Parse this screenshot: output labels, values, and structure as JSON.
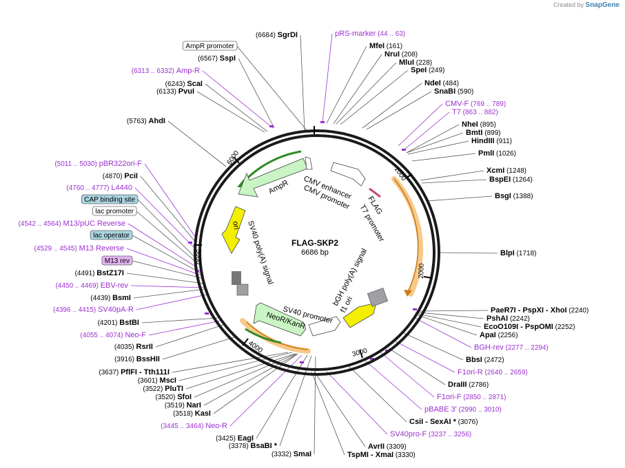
{
  "watermark": {
    "prefix": "Created by",
    "brand": "SnapGene"
  },
  "plasmid": {
    "name": "FLAG-SKP2",
    "length": "6686 bp"
  },
  "ticks": [
    "1000",
    "2000",
    "3000",
    "4000",
    "5000",
    "6000"
  ],
  "features": [
    {
      "label": "CMV enhancer"
    },
    {
      "label": "CMV promoter"
    },
    {
      "label": "FLAG"
    },
    {
      "label": "T7 promoter"
    },
    {
      "label": "bGH poly(A) signal"
    },
    {
      "label": "f1 ori"
    },
    {
      "label": "SV40 promoter"
    },
    {
      "label": "NeoR/KanR"
    },
    {
      "label": "SV40 poly(A) signal"
    },
    {
      "label": "ori"
    },
    {
      "label": "AmpR"
    }
  ],
  "left_labels": [
    {
      "pos": "(6684)",
      "name": "SgrDI",
      "kind": "enz"
    },
    {
      "name": "AmpR promoter",
      "kind": "boxwhite"
    },
    {
      "pos": "(6567)",
      "name": "SspI",
      "kind": "enz"
    },
    {
      "pos": "(6313 .. 6332)",
      "name": "Amp-R",
      "kind": "primer"
    },
    {
      "pos": "(6243)",
      "name": "ScaI",
      "kind": "enz"
    },
    {
      "pos": "(6133)",
      "name": "PvuI",
      "kind": "enz"
    },
    {
      "pos": "(5763)",
      "name": "AhdI",
      "kind": "enz"
    },
    {
      "pos": "(5011 .. 5030)",
      "name": "pBR322ori-F",
      "kind": "primer"
    },
    {
      "pos": "(4870)",
      "name": "PciI",
      "kind": "enz"
    },
    {
      "pos": "(4760 .. 4777)",
      "name": "L4440",
      "kind": "primer"
    },
    {
      "name": "CAP binding site",
      "kind": "boxblue"
    },
    {
      "name": "lac promoter",
      "kind": "boxwhite"
    },
    {
      "pos": "(4542 .. 4564)",
      "name": "M13/pUC Reverse",
      "kind": "primer"
    },
    {
      "name": "lac operator",
      "kind": "boxblue"
    },
    {
      "pos": "(4529 .. 4545)",
      "name": "M13 Reverse",
      "kind": "primer"
    },
    {
      "name": "M13 rev",
      "kind": "boxpurple"
    },
    {
      "pos": "(4491)",
      "name": "BstZ17I",
      "kind": "enz"
    },
    {
      "pos": "(4450 .. 4469)",
      "name": "EBV-rev",
      "kind": "primer"
    },
    {
      "pos": "(4439)",
      "name": "BsmI",
      "kind": "enz"
    },
    {
      "pos": "(4396 .. 4415)",
      "name": "SV40pA-R",
      "kind": "primer"
    },
    {
      "pos": "(4201)",
      "name": "BstBI",
      "kind": "enz"
    },
    {
      "pos": "(4055 .. 4074)",
      "name": "Neo-F",
      "kind": "primer"
    },
    {
      "pos": "(4035)",
      "name": "RsrII",
      "kind": "enz"
    },
    {
      "pos": "(3916)",
      "name": "BssHII",
      "kind": "enz"
    },
    {
      "pos": "(3637)",
      "name": "PflFI  - Tth111I",
      "kind": "enz"
    },
    {
      "pos": "(3601)",
      "name": "MscI",
      "kind": "enz"
    },
    {
      "pos": "(3522)",
      "name": "PluTI",
      "kind": "enz"
    },
    {
      "pos": "(3520)",
      "name": "SfoI",
      "kind": "enz"
    },
    {
      "pos": "(3519)",
      "name": "NarI",
      "kind": "enz"
    },
    {
      "pos": "(3518)",
      "name": "KasI",
      "kind": "enz"
    },
    {
      "pos": "(3445 .. 3464)",
      "name": "Neo-R",
      "kind": "primer"
    },
    {
      "pos": "(3425)",
      "name": "EagI",
      "kind": "enz"
    },
    {
      "pos": "(3378)",
      "name": "BsaBI  *",
      "kind": "enz"
    },
    {
      "pos": "(3332)",
      "name": "SmaI",
      "kind": "enz"
    }
  ],
  "right_labels": [
    {
      "pos": "(44 .. 63)",
      "name": "pRS-marker",
      "kind": "primer"
    },
    {
      "pos": "(161)",
      "name": "MfeI",
      "kind": "enz"
    },
    {
      "pos": "(208)",
      "name": "NruI",
      "kind": "enz"
    },
    {
      "pos": "(228)",
      "name": "MluI",
      "kind": "enz"
    },
    {
      "pos": "(249)",
      "name": "SpeI",
      "kind": "enz"
    },
    {
      "pos": "(484)",
      "name": "NdeI",
      "kind": "enz"
    },
    {
      "pos": "(590)",
      "name": "SnaBI",
      "kind": "enz"
    },
    {
      "pos": "(769 .. 789)",
      "name": "CMV-F",
      "kind": "primer"
    },
    {
      "pos": "(863 .. 882)",
      "name": "T7",
      "kind": "primer"
    },
    {
      "pos": "(895)",
      "name": "NheI",
      "kind": "enz"
    },
    {
      "pos": "(899)",
      "name": "BmtI",
      "kind": "enz"
    },
    {
      "pos": "(911)",
      "name": "HindIII",
      "kind": "enz"
    },
    {
      "pos": "(1026)",
      "name": "PmlI",
      "kind": "enz"
    },
    {
      "pos": "(1248)",
      "name": "XcmI",
      "kind": "enz"
    },
    {
      "pos": "(1264)",
      "name": "BspEI",
      "kind": "enz"
    },
    {
      "pos": "(1388)",
      "name": "BsgI",
      "kind": "enz"
    },
    {
      "pos": "(1718)",
      "name": "BlpI",
      "kind": "enz"
    },
    {
      "pos": "(2240)",
      "name": "PaeR7I  - PspXI  - XhoI",
      "kind": "enz"
    },
    {
      "pos": "(2242)",
      "name": "PshAI",
      "kind": "enz"
    },
    {
      "pos": "(2252)",
      "name": "EcoO109I  - PspOMI",
      "kind": "enz"
    },
    {
      "pos": "(2256)",
      "name": "ApaI",
      "kind": "enz"
    },
    {
      "pos": "(2277 .. 2294)",
      "name": "BGH-rev",
      "kind": "primer"
    },
    {
      "pos": "(2472)",
      "name": "BbsI",
      "kind": "enz"
    },
    {
      "pos": "(2640 .. 2659)",
      "name": "F1ori-R",
      "kind": "primer"
    },
    {
      "pos": "(2786)",
      "name": "DraIII",
      "kind": "enz"
    },
    {
      "pos": "(2850 .. 2871)",
      "name": "F1ori-F",
      "kind": "primer"
    },
    {
      "pos": "(2990 .. 3010)",
      "name": "pBABE 3'",
      "kind": "primer"
    },
    {
      "pos": "(3076)",
      "name": "CsiI  - SexAI  *",
      "kind": "enz"
    },
    {
      "pos": "(3237 .. 3256)",
      "name": "SV40pro-F",
      "kind": "primer"
    },
    {
      "pos": "(3309)",
      "name": "AvrII",
      "kind": "enz"
    },
    {
      "pos": "(3330)",
      "name": "TspMI  - XmaI",
      "kind": "enz"
    }
  ],
  "colors": {
    "primer": "#9a2fd0",
    "ori": "#f3ef00",
    "resistance": "#c9f5c5",
    "resistance_dark": "#2f8a25",
    "orf_highlight": "#f7c98a",
    "orf_line": "#cc7a14",
    "terminator": "#9ea0a3",
    "box_blue": "#a9d4e0",
    "box_purple": "#e4b3f0"
  }
}
